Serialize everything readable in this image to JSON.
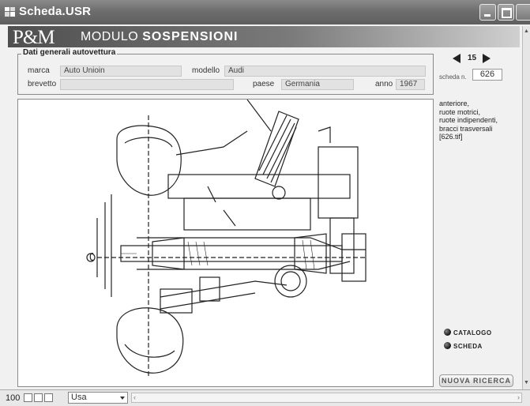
{
  "window": {
    "title": "Scheda.USR"
  },
  "header": {
    "logo": "P&M",
    "module_prefix": "MODULO",
    "module_name": "SOSPENSIONI"
  },
  "general_data": {
    "legend": "Dati generali autovettura",
    "marca_label": "marca",
    "marca_value": "Auto Unioin",
    "modello_label": "modello",
    "modello_value": "Audi",
    "brevetto_label": "brevetto",
    "brevetto_value": "",
    "paese_label": "paese",
    "paese_value": "Germania",
    "anno_label": "anno",
    "anno_value": "1967"
  },
  "navigation": {
    "page_number": "15",
    "scheda_label": "scheda n.",
    "scheda_value": "626"
  },
  "description": [
    "anteriore,",
    "ruote motrici,",
    "ruote indipendenti,",
    "bracci trasversali",
    "[626.tif]"
  ],
  "links": {
    "catalogo": "CATALOGO",
    "scheda": "SCHEDA"
  },
  "buttons": {
    "nuova_ricerca": "NUOVA RICERCA"
  },
  "statusbar": {
    "zoom": "100",
    "layout": "Usa"
  }
}
